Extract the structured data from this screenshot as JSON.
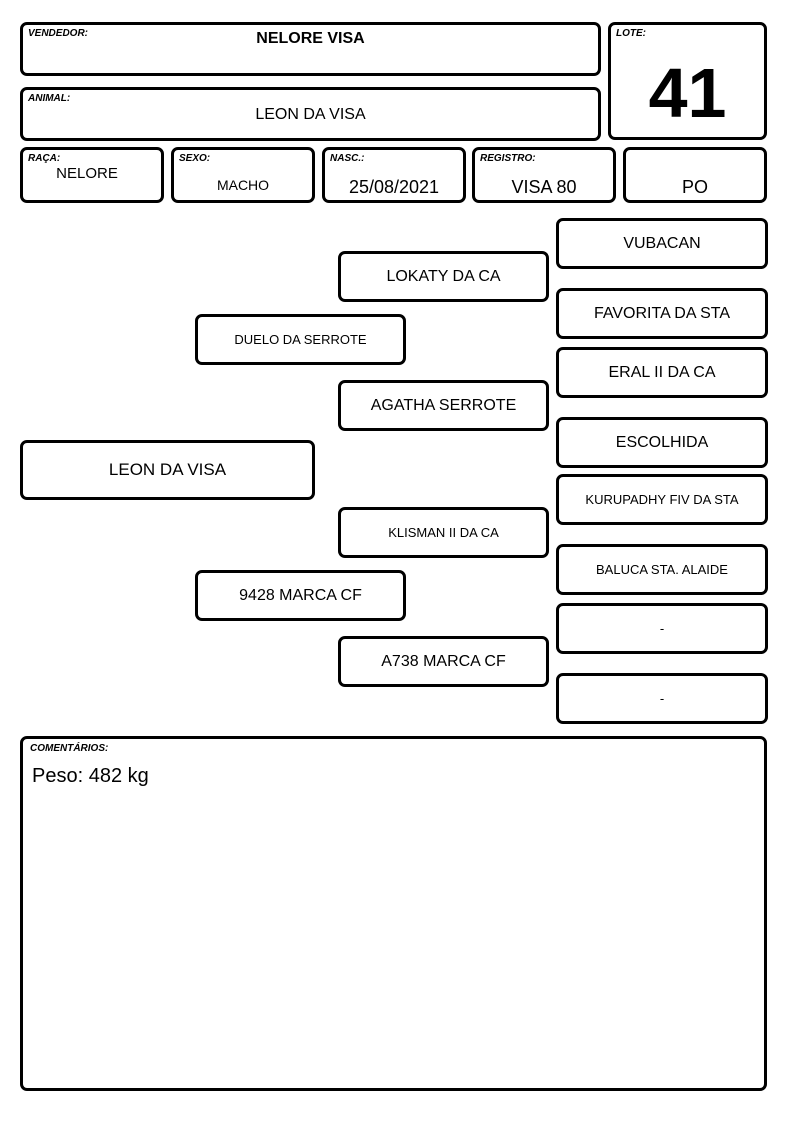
{
  "header": {
    "vendor_label": "VENDEDOR:",
    "vendor": "NELORE VISA",
    "lot_label": "LOTE:",
    "lot": "41",
    "animal_label": "ANIMAL:",
    "animal": "LEON DA VISA"
  },
  "details": {
    "breed_label": "RAÇA:",
    "breed": "NELORE",
    "sex_label": "SEXO:",
    "sex": "MACHO",
    "birth_label": "NASC.:",
    "birth": "25/08/2021",
    "registry_label": "REGISTRO:",
    "registry": "VISA 80",
    "category": "PO"
  },
  "pedigree": {
    "animal": "LEON DA VISA",
    "sire": "DUELO DA SERROTE",
    "dam": "9428 MARCA CF",
    "sire_sire": "LOKATY DA CA",
    "sire_dam": "AGATHA SERROTE",
    "dam_sire": "KLISMAN II DA CA",
    "dam_dam": "A738 MARCA CF",
    "ggp": [
      "VUBACAN",
      "FAVORITA DA STA",
      "ERAL II DA CA",
      "ESCOLHIDA",
      "KURUPADHY FIV DA STA",
      "BALUCA STA. ALAIDE",
      "-",
      "-"
    ]
  },
  "comments": {
    "label": "COMENTÁRIOS:",
    "text": "Peso: 482 kg"
  }
}
